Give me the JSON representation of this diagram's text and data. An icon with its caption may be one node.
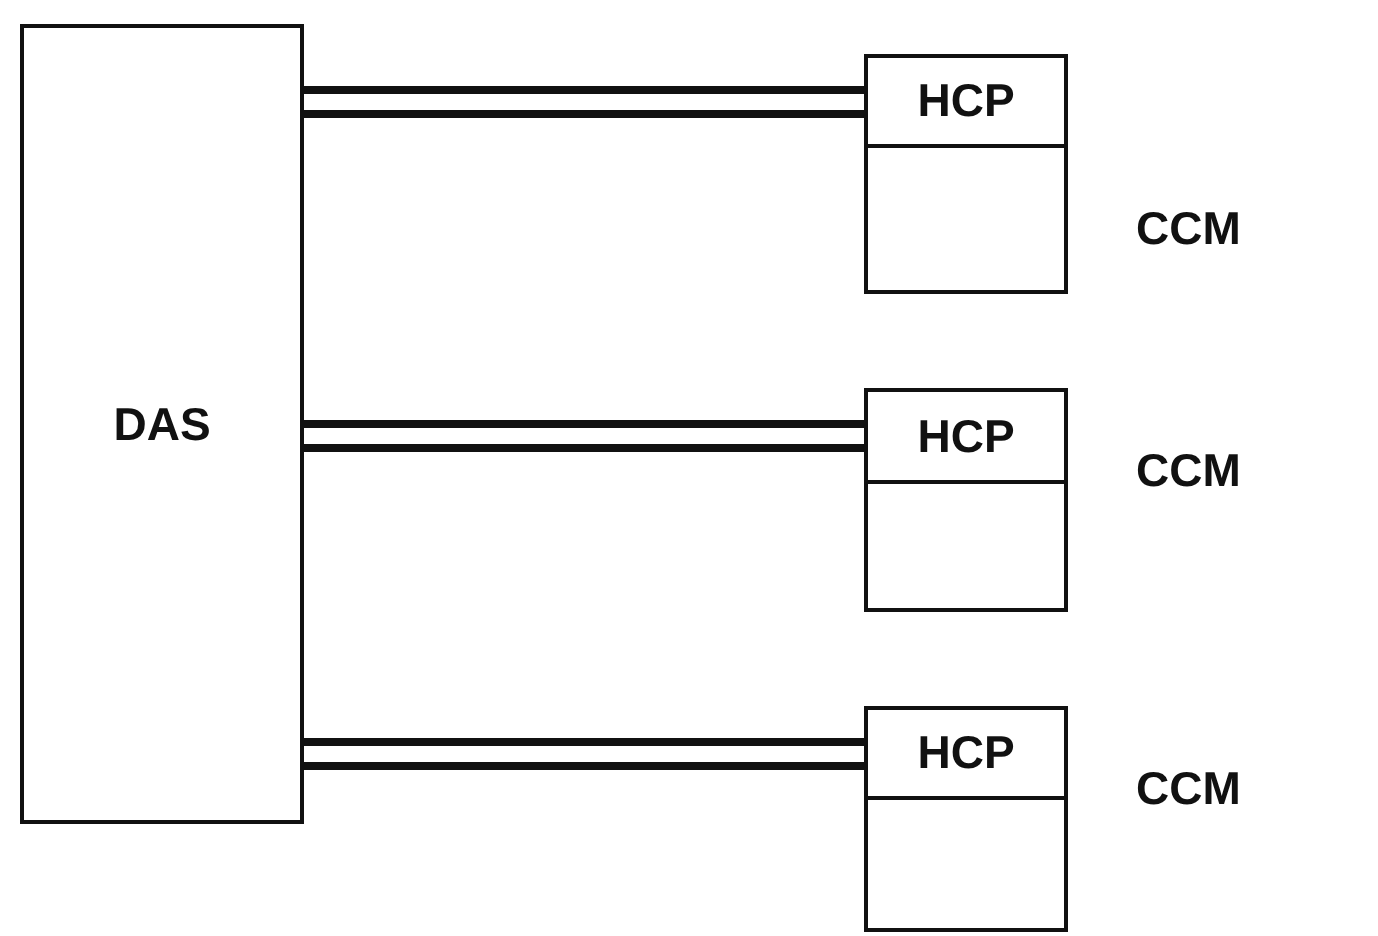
{
  "diagram": {
    "nodes": [
      {
        "text": [
          "DAS"
        ]
      },
      {
        "text": [],
        "shape": "box",
        "beside": [
          "CCM"
        ]
      },
      {
        "text": [
          "HCP"
        ],
        "in": 1
      },
      {
        "text": [],
        "shape": "box",
        "beside": [
          "CCM"
        ]
      },
      {
        "text": [
          "HCP"
        ],
        "in": 3
      },
      {
        "text": [],
        "shape": "box",
        "beside": [
          "CCM"
        ]
      },
      {
        "text": [
          "HCP"
        ],
        "in": 5
      }
    ],
    "edges": [
      {
        "from": 0,
        "to": 2,
        "arrow": "none"
      },
      {
        "from": 0,
        "to": 4,
        "arrow": "none"
      },
      {
        "from": 0,
        "to": 6,
        "arrow": "none"
      }
    ]
  }
}
